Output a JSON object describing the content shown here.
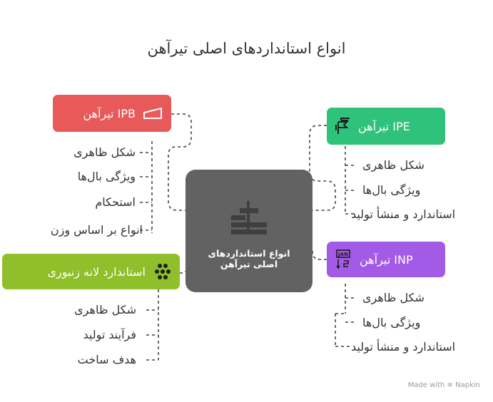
{
  "title": "انواع استانداردهای اصلی تیرآهن",
  "center": {
    "label_line1": "انواع استانداردهای",
    "label_line2": "اصلی تیرآهن"
  },
  "colors": {
    "ipb": "#e85a5a",
    "ipe": "#2fc27a",
    "inp": "#a35ae6",
    "honeycomb": "#8fbf2a",
    "center": "#626262"
  },
  "branches": {
    "ipb": {
      "label": "IPB تیرآهن",
      "icon": "beam-profile-icon",
      "items": [
        "شکل ظاهری",
        "ویژگی بال‌ها",
        "استحکام",
        "انواع بر اساس وزن"
      ]
    },
    "ipe": {
      "label": "IPE تیرآهن",
      "icon": "flag-layers-icon",
      "items": [
        "شکل ظاهری",
        "ویژگی بال‌ها",
        "استاندارد و منشأ تولید"
      ]
    },
    "inp": {
      "label": "INP تیرآهن",
      "icon": "calendar-sort-icon",
      "icon_text": "JAN",
      "items": [
        "شکل ظاهری",
        "ویژگی بال‌ها",
        "استاندارد و منشأ تولید"
      ]
    },
    "honeycomb": {
      "label": "استاندارد لانه زنبوری",
      "icon": "honeycomb-icon",
      "items": [
        "شکل ظاهری",
        "فرآیند تولید",
        "هدف ساخت"
      ]
    }
  },
  "footer": {
    "made_with": "Made with",
    "brand": "Napkin"
  }
}
